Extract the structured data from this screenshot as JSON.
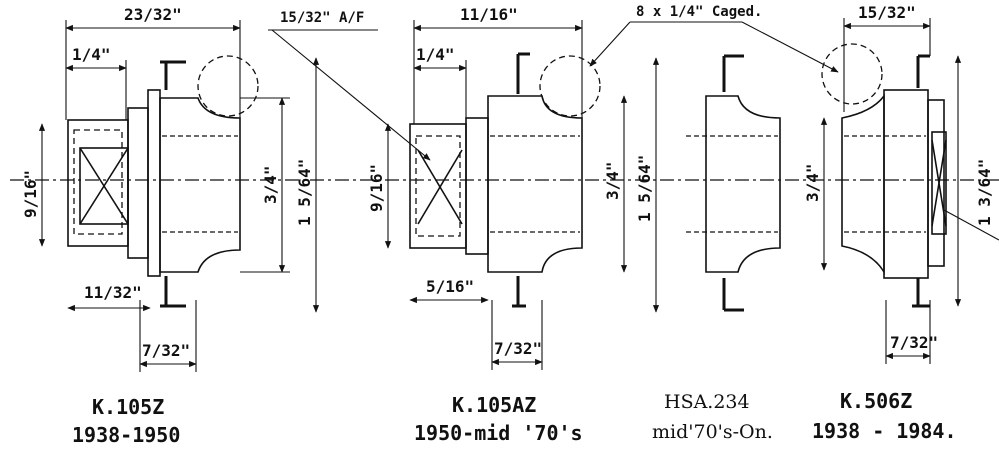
{
  "dimensions": {
    "d_23_32": "23/32\"",
    "d_15_32_af": "15/32\" A/F",
    "d_11_16": "11/16\"",
    "d_caged": "8 x 1/4\" Caged.",
    "d_15_32": "15/32\"",
    "d_1_4_a": "1/4\"",
    "d_1_4_b": "1/4\"",
    "d_9_16_a": "9/16\"",
    "d_9_16_b": "9/16\"",
    "d_3_4_a": "3/4\"",
    "d_3_4_b": "3/4\"",
    "d_3_4_c": "3/4\"",
    "d_1_5_64_a": "1 5/64\"",
    "d_1_5_64_b": "1 5/64\"",
    "d_1_3_64": "1 3/64\"",
    "d_11_32": "11/32\"",
    "d_5_16": "5/16\"",
    "d_7_32_a": "7/32\"",
    "d_7_32_b": "7/32\"",
    "d_7_32_c": "7/32\""
  },
  "parts": [
    {
      "code": "K.105Z",
      "years": "1938-1950"
    },
    {
      "code": "K.105AZ",
      "years": "1950-mid '70's"
    },
    {
      "code": "HSA.234",
      "years": "mid'70's-On."
    },
    {
      "code": "K.506Z",
      "years": "1938 - 1984."
    }
  ]
}
